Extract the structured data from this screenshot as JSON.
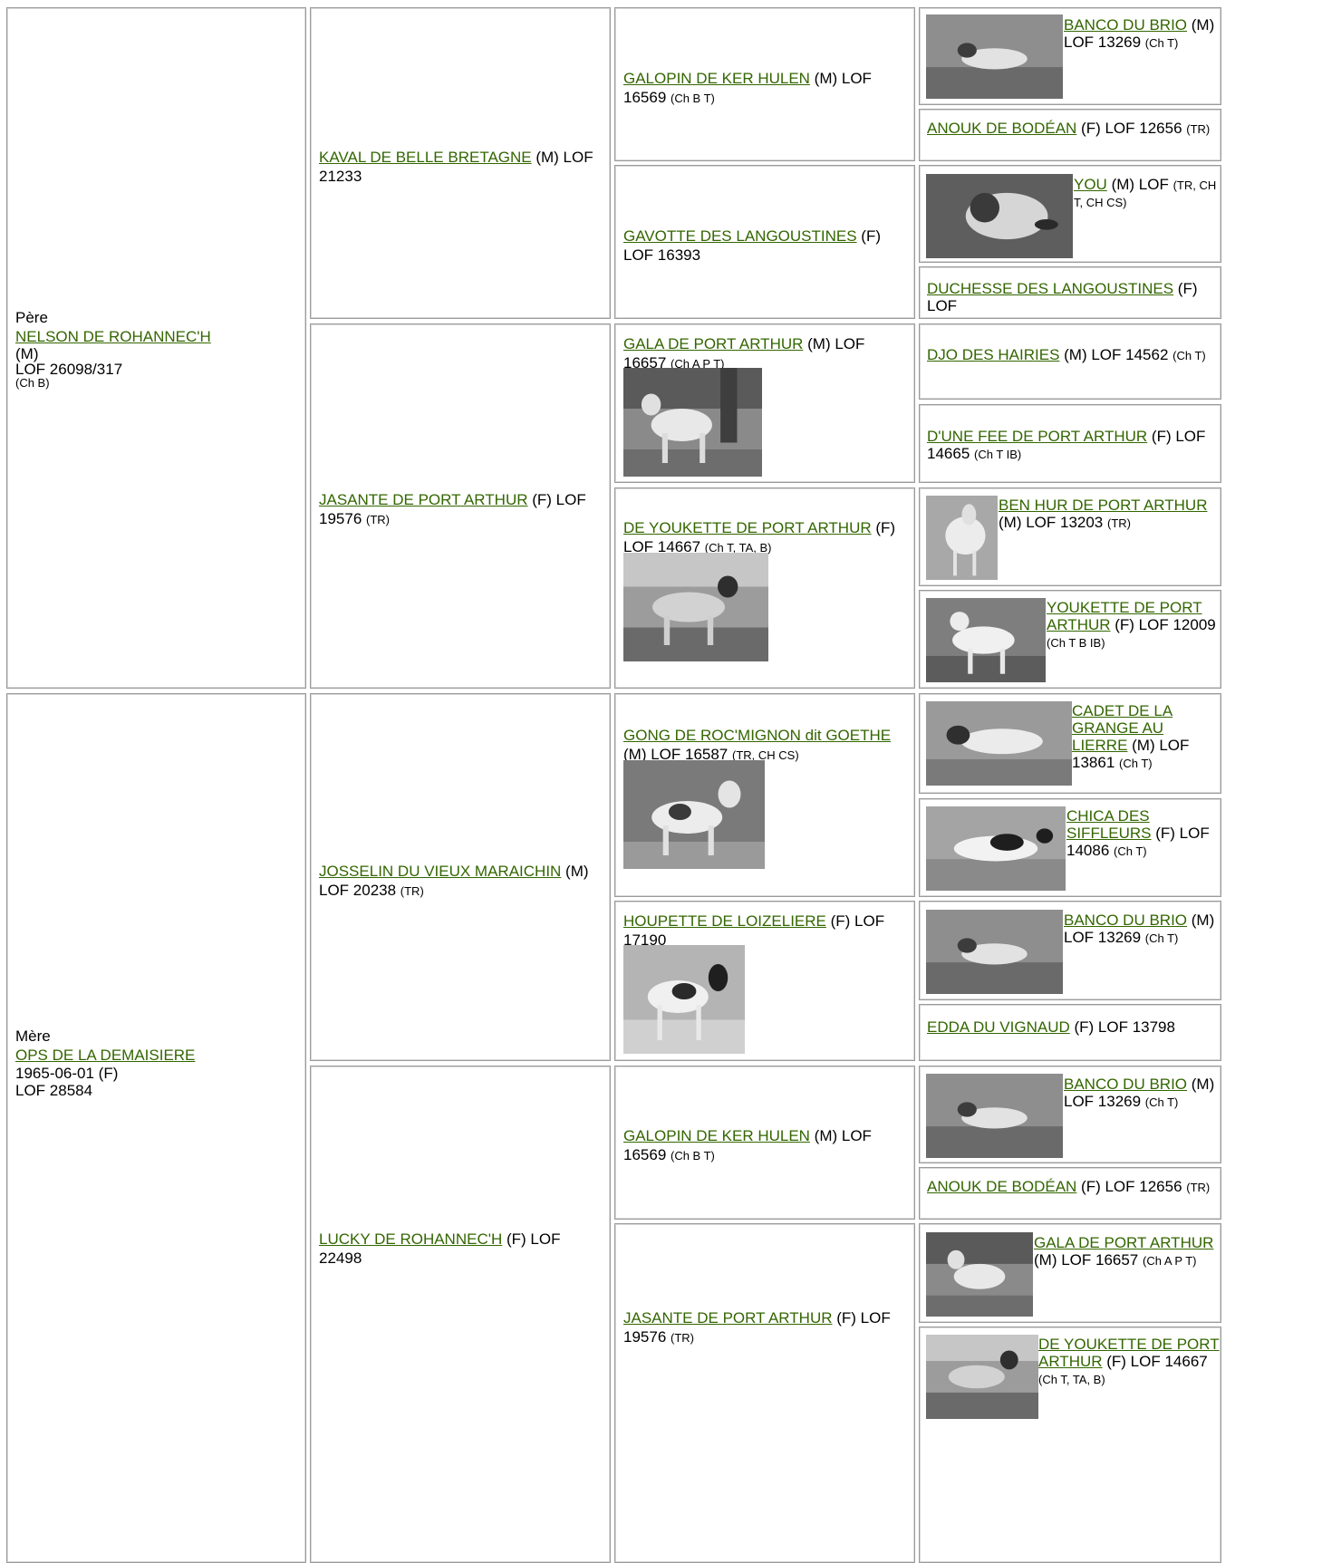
{
  "columns": [
    {
      "role": "generation-1",
      "items": [
        {
          "prefix": "Père",
          "name": "NELSON DE ROHANNEC'H",
          "line1": "(M)",
          "line2": "LOF 26098/317",
          "note": "(Ch B)"
        },
        {
          "prefix": "Mère",
          "name": "OPS DE LA DEMAISIERE",
          "line1": "1965-06-01 (F)",
          "line2": "LOF 28584",
          "note": ""
        }
      ]
    },
    {
      "role": "generation-2",
      "items": [
        {
          "name": "KAVAL DE BELLE BRETAGNE",
          "info": " (M) LOF 21233",
          "note": ""
        },
        {
          "name": "JASANTE DE PORT ARTHUR",
          "info": " (F) LOF 19576 ",
          "note": "(TR)"
        },
        {
          "name": "JOSSELIN DU VIEUX MARAICHIN",
          "info": " (M) LOF 20238 ",
          "note": "(TR)"
        },
        {
          "name": "LUCKY DE ROHANNEC'H",
          "info": " (F) LOF 22498",
          "note": ""
        }
      ]
    },
    {
      "role": "generation-3",
      "items": [
        {
          "name": "GALOPIN DE KER HULEN",
          "info": " (M) LOF 16569 ",
          "note": "(Ch B T)"
        },
        {
          "name": "GAVOTTE DES LANGOUSTINES",
          "info": " (F) LOF 16393",
          "note": ""
        },
        {
          "name": "GALA DE PORT ARTHUR",
          "info": " (M) LOF 16657 ",
          "note": "(Ch A P T)"
        },
        {
          "name": "DE YOUKETTE DE PORT ARTHUR",
          "info": " (F) LOF 14667 ",
          "note": "(Ch T, TA, B)"
        },
        {
          "name": "GONG DE ROC'MIGNON dit GOETHE",
          "info": " (M) LOF 16587 ",
          "note": "(TR, CH CS)"
        },
        {
          "name": "HOUPETTE DE LOIZELIERE",
          "info": " (F) LOF 17190",
          "note": ""
        },
        {
          "name": "GALOPIN DE KER HULEN",
          "info": " (M) LOF 16569 ",
          "note": "(Ch B T)"
        },
        {
          "name": "JASANTE DE PORT ARTHUR",
          "info": " (F) LOF 19576 ",
          "note": "(TR)"
        }
      ]
    },
    {
      "role": "generation-4",
      "items": [
        {
          "name": "BANCO DU BRIO",
          "info": " (M) LOF 13269 ",
          "note": "(Ch T)"
        },
        {
          "name": "ANOUK DE BODÉAN",
          "info": " (F) LOF 12656 ",
          "note": "(TR)"
        },
        {
          "name": "YOU",
          "info": " (M) LOF ",
          "note": "(TR, CH T, CH CS)"
        },
        {
          "name": "DUCHESSE DES LANGOUSTINES",
          "info": " (F) LOF",
          "note": ""
        },
        {
          "name": "DJO DES HAIRIES",
          "info": " (M) LOF 14562 ",
          "note": "(Ch T)"
        },
        {
          "name": "D'UNE FEE DE PORT ARTHUR",
          "info": " (F) LOF 14665 ",
          "note": "(Ch T IB)"
        },
        {
          "name": "BEN HUR DE PORT ARTHUR",
          "info": " (M) LOF 13203 ",
          "note": "(TR)"
        },
        {
          "name": "YOUKETTE DE PORT ARTHUR",
          "info": " (F) LOF 12009 ",
          "note": "(Ch T B IB)"
        },
        {
          "name": "CADET DE LA GRANGE AU LIERRE",
          "info": " (M) LOF 13861 ",
          "note": "(Ch T)"
        },
        {
          "name": "CHICA DES SIFFLEURS",
          "info": " (F) LOF 14086 ",
          "note": "(Ch T)"
        },
        {
          "name": "BANCO DU BRIO",
          "info": " (M) LOF 13269 ",
          "note": "(Ch T)"
        },
        {
          "name": "EDDA DU VIGNAUD",
          "info": " (F) LOF 13798",
          "note": ""
        },
        {
          "name": "BANCO DU BRIO",
          "info": " (M) LOF 13269 ",
          "note": "(Ch T)"
        },
        {
          "name": "ANOUK DE BODÉAN",
          "info": " (F) LOF 12656 ",
          "note": "(TR)"
        },
        {
          "name": "GALA DE PORT ARTHUR",
          "info": " (M) LOF 16657 ",
          "note": "(Ch A P T)"
        },
        {
          "name": "DE YOUKETTE DE PORT ARTHUR",
          "info": " (F) LOF 14667 ",
          "note": "(Ch T, TA, B)"
        }
      ]
    }
  ]
}
